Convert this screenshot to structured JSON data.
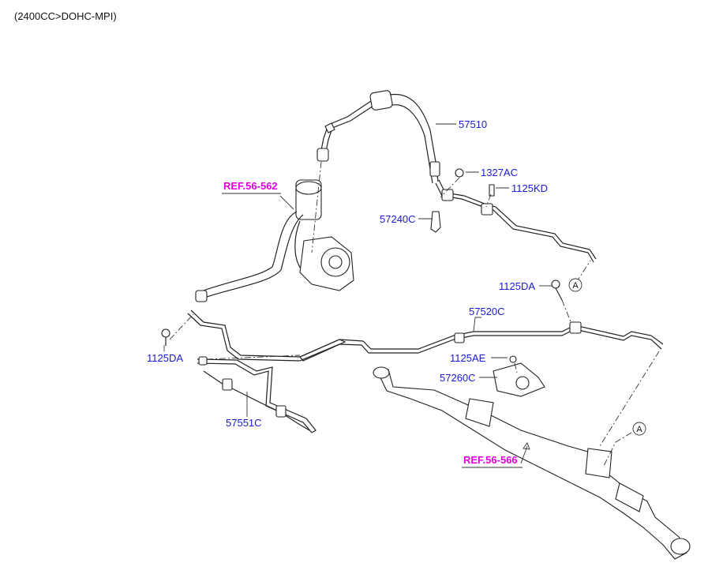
{
  "header": {
    "engine_spec": "(2400CC>DOHC-MPI)"
  },
  "labels": {
    "p57510": "57510",
    "p1327AC": "1327AC",
    "p1125KD": "1125KD",
    "p57240C": "57240C",
    "p1125DA_upper": "1125DA",
    "p57520C": "57520C",
    "p1125DA_left": "1125DA",
    "p1125AE": "1125AE",
    "p57260C": "57260C",
    "p57551C": "57551C"
  },
  "references": {
    "ref_pump": "REF.56-562",
    "ref_gear": "REF.56-566"
  },
  "callouts": {
    "a_upper": "A",
    "a_lower": "A"
  },
  "colors": {
    "part_number": "#1a1ad6",
    "reference": "#e000e0",
    "line_art": "#222222"
  }
}
